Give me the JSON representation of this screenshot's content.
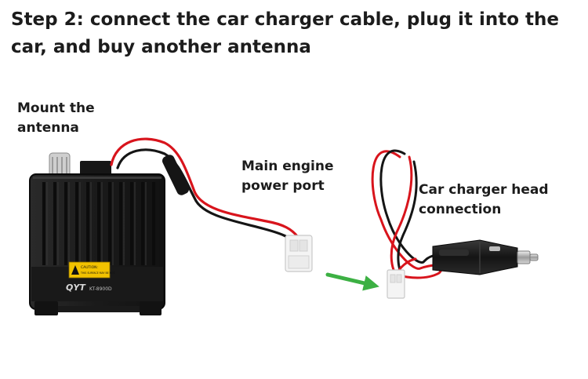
{
  "heading": "Step 2: connect the car charger cable, plug it into the car, and buy another antenna",
  "labels": {
    "mount_line1": "Mount the",
    "mount_line2": "antenna",
    "port_line1": "Main engine",
    "port_line2": "power port",
    "head_line1": "Car charger head",
    "head_line2": "connection"
  },
  "radio": {
    "brand": "QYT",
    "model": "KT-8900D",
    "caution_line1": "CAUTION:",
    "caution_line2": "THIS SURFACE MAY BE HOT."
  },
  "colors": {
    "arrow": "#3cb043",
    "wire_red": "#d8141c",
    "wire_black": "#151515",
    "radio_body": "#1e1e1e",
    "caution_label": "#f2c200"
  },
  "icons": {
    "arrow": "right-arrow-icon"
  }
}
